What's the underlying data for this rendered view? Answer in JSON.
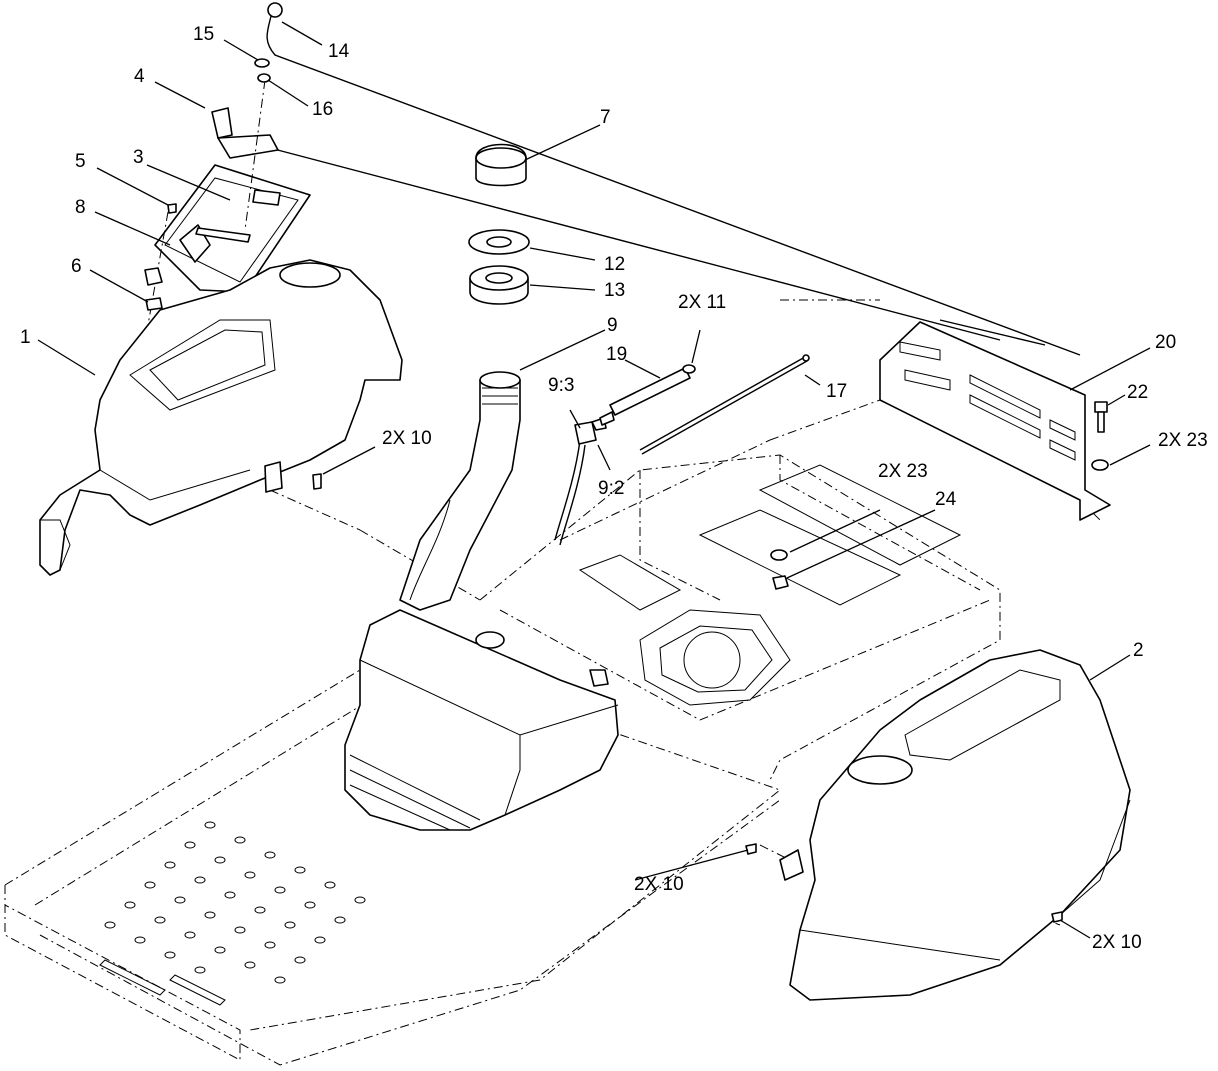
{
  "callouts": [
    {
      "id": "c1",
      "text": "1"
    },
    {
      "id": "c2",
      "text": "2"
    },
    {
      "id": "c3",
      "text": "3"
    },
    {
      "id": "c4",
      "text": "4"
    },
    {
      "id": "c5",
      "text": "5"
    },
    {
      "id": "c6",
      "text": "6"
    },
    {
      "id": "c7",
      "text": "7"
    },
    {
      "id": "c8",
      "text": "8"
    },
    {
      "id": "c9",
      "text": "9"
    },
    {
      "id": "c10a",
      "text": "2X 10"
    },
    {
      "id": "c10b",
      "text": "2X 10"
    },
    {
      "id": "c10c",
      "text": "2X 10"
    },
    {
      "id": "c11",
      "text": "2X 11"
    },
    {
      "id": "c12",
      "text": "12"
    },
    {
      "id": "c13",
      "text": "13"
    },
    {
      "id": "c14",
      "text": "14"
    },
    {
      "id": "c15",
      "text": "15"
    },
    {
      "id": "c16",
      "text": "16"
    },
    {
      "id": "c17",
      "text": "17"
    },
    {
      "id": "c19",
      "text": "19"
    },
    {
      "id": "c20",
      "text": "20"
    },
    {
      "id": "c22",
      "text": "22"
    },
    {
      "id": "c23a",
      "text": "2X 23"
    },
    {
      "id": "c23b",
      "text": "2X 23"
    },
    {
      "id": "c24",
      "text": "24"
    },
    {
      "id": "c93",
      "text": "9:3"
    },
    {
      "id": "c92",
      "text": "9:2"
    }
  ]
}
